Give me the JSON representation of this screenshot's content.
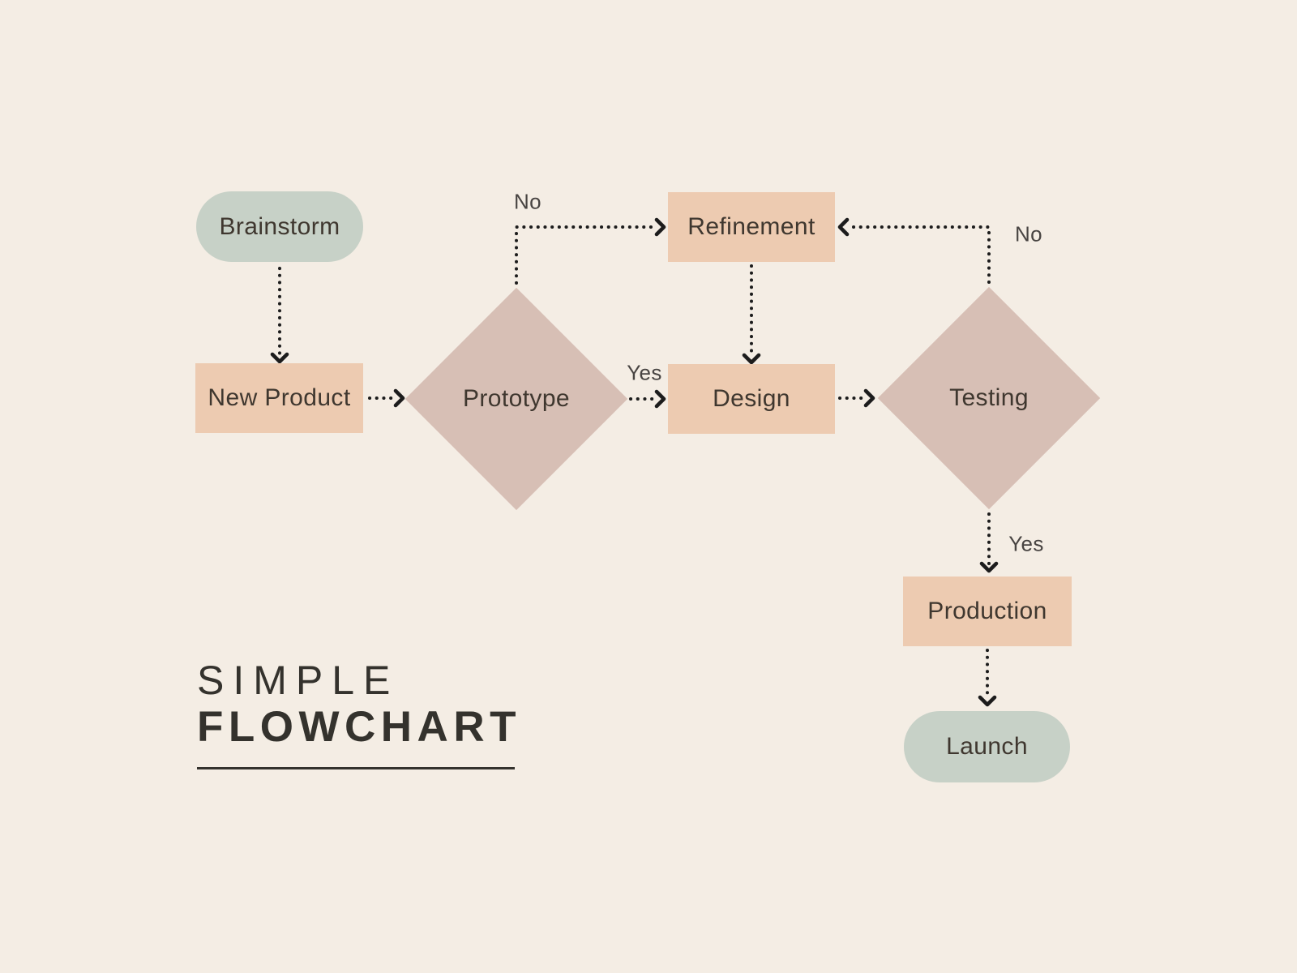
{
  "title": {
    "line1": "SIMPLE",
    "line2": "FLOWCHART"
  },
  "palette": {
    "background": "#f4ede4",
    "pill": "#c7d1c7",
    "rect": "#edcbb1",
    "diamond": "#d7bfb5",
    "line": "#1c1c1c",
    "node_text": "#3f372f",
    "label_text": "#484442",
    "title_text": "#34322d"
  },
  "nodes": {
    "brainstorm": {
      "label": "Brainstorm",
      "type": "terminal"
    },
    "new_product": {
      "label": "New Product",
      "type": "process"
    },
    "prototype": {
      "label": "Prototype",
      "type": "decision"
    },
    "refinement": {
      "label": "Refinement",
      "type": "process"
    },
    "design": {
      "label": "Design",
      "type": "process"
    },
    "testing": {
      "label": "Testing",
      "type": "decision"
    },
    "production": {
      "label": "Production",
      "type": "process"
    },
    "launch": {
      "label": "Launch",
      "type": "terminal"
    }
  },
  "edge_labels": {
    "prototype_no": "No",
    "prototype_yes": "Yes",
    "testing_no": "No",
    "testing_yes": "Yes"
  },
  "edges": [
    {
      "from": "Brainstorm",
      "to": "New Product",
      "label": ""
    },
    {
      "from": "New Product",
      "to": "Prototype",
      "label": ""
    },
    {
      "from": "Prototype",
      "to": "Refinement",
      "label": "No"
    },
    {
      "from": "Prototype",
      "to": "Design",
      "label": "Yes"
    },
    {
      "from": "Refinement",
      "to": "Design",
      "label": ""
    },
    {
      "from": "Design",
      "to": "Testing",
      "label": ""
    },
    {
      "from": "Testing",
      "to": "Refinement",
      "label": "No"
    },
    {
      "from": "Testing",
      "to": "Production",
      "label": "Yes"
    },
    {
      "from": "Production",
      "to": "Launch",
      "label": ""
    }
  ]
}
